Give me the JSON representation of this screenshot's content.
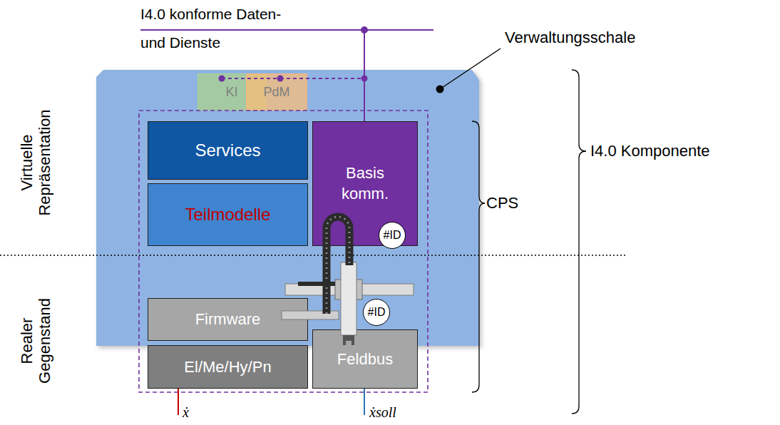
{
  "diagram": {
    "nodes": [
      {
        "text": [
          "Verwaltungsschale"
        ]
      },
      {
        "text": [
          "KI"
        ]
      },
      {
        "text": [
          "PdM"
        ]
      },
      {
        "text": [
          "Services"
        ],
        "in": 0
      },
      {
        "text": [
          "Teilmodelle"
        ],
        "in": 0
      },
      {
        "text": [
          "Basis komm."
        ],
        "in": 0
      },
      {
        "text": [
          "#ID"
        ],
        "in": 0
      },
      {
        "text": [
          "Firmware"
        ],
        "in": 0
      },
      {
        "text": [
          "El/Me/Hy/Pn"
        ]
      },
      {
        "text": [
          "Feldbus"
        ]
      },
      {
        "text": [
          "#ID"
        ],
        "in": 0
      }
    ],
    "edges": [
      {
        "from": 1,
        "to": 2,
        "arrow": "none"
      },
      {
        "from": 2,
        "to": 5,
        "arrow": "none"
      }
    ],
    "labels": [
      "I4.0 konforme Daten- und Dienste",
      "Virtuelle Repräsentation",
      "Realer Gegenstand",
      "I4.0 Komponente",
      "CPS",
      "ẋ",
      "ẋsoll"
    ]
  }
}
